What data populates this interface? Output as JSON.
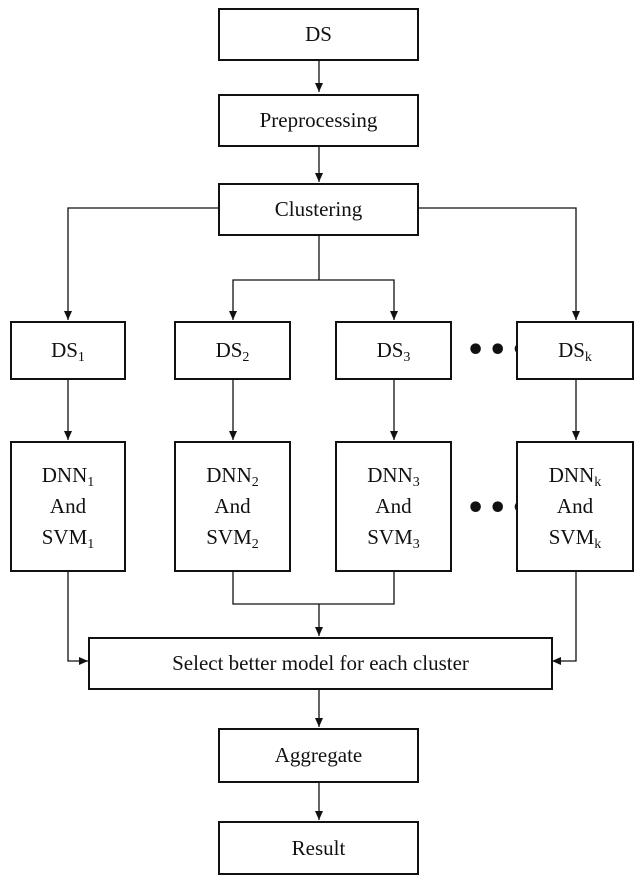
{
  "nodes": {
    "ds": "DS",
    "preprocessing": "Preprocessing",
    "clustering": "Clustering",
    "ds_k": [
      {
        "base": "DS",
        "sub": "1"
      },
      {
        "base": "DS",
        "sub": "2"
      },
      {
        "base": "DS",
        "sub": "3"
      },
      {
        "base": "DS",
        "sub": "k"
      }
    ],
    "models": [
      {
        "dnn": "DNN",
        "and": "And",
        "svm": "SVM",
        "sub": "1"
      },
      {
        "dnn": "DNN",
        "and": "And",
        "svm": "SVM",
        "sub": "2"
      },
      {
        "dnn": "DNN",
        "and": "And",
        "svm": "SVM",
        "sub": "3"
      },
      {
        "dnn": "DNN",
        "and": "And",
        "svm": "SVM",
        "sub": "k"
      }
    ],
    "select": "Select better model for each cluster",
    "aggregate": "Aggregate",
    "result": "Result"
  },
  "ellipsis": "•••"
}
